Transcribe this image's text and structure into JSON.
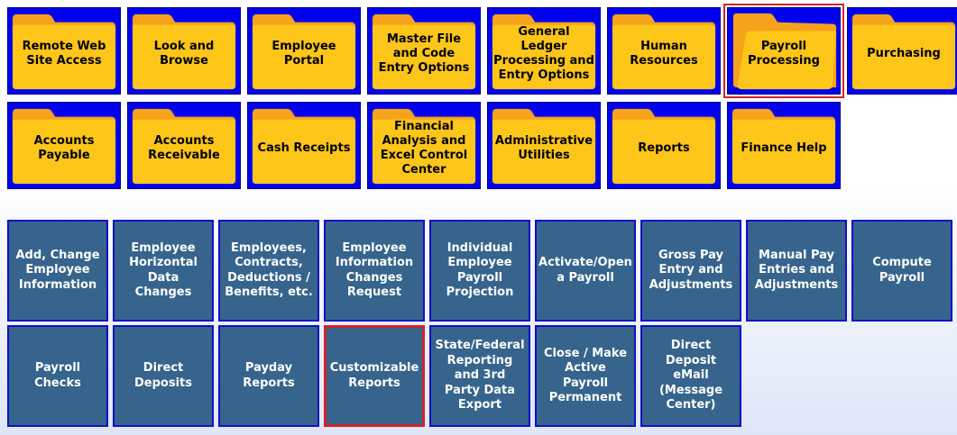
{
  "folders": [
    {
      "label": "Remote Web Site Access",
      "selected": false
    },
    {
      "label": "Look and Browse",
      "selected": false
    },
    {
      "label": "Employee Portal",
      "selected": false
    },
    {
      "label": "Master File and Code Entry Options",
      "selected": false
    },
    {
      "label": "General Ledger Processing and Entry Options",
      "selected": false
    },
    {
      "label": "Human Resources",
      "selected": false
    },
    {
      "label": "Payroll Processing",
      "selected": true
    },
    {
      "label": "Purchasing",
      "selected": false
    },
    {
      "label": "Accounts Payable",
      "selected": false
    },
    {
      "label": "Accounts Receivable",
      "selected": false
    },
    {
      "label": "Cash Receipts",
      "selected": false
    },
    {
      "label": "Financial Analysis and Excel Control Center",
      "selected": false
    },
    {
      "label": "Administrative Utilities",
      "selected": false
    },
    {
      "label": "Reports",
      "selected": false
    },
    {
      "label": "Finance Help",
      "selected": false
    }
  ],
  "functions": [
    {
      "label": "Add, Change Employee Information",
      "selected": false
    },
    {
      "label": "Employee Horizontal Data Changes",
      "selected": false
    },
    {
      "label": "Employees, Contracts, Deductions / Benefits, etc.",
      "selected": false
    },
    {
      "label": "Employee Information Changes Request",
      "selected": false
    },
    {
      "label": "Individual Employee Payroll Projection",
      "selected": false
    },
    {
      "label": "Activate/Open a Payroll",
      "selected": false
    },
    {
      "label": "Gross Pay Entry and Adjustments",
      "selected": false
    },
    {
      "label": "Manual Pay Entries and Adjustments",
      "selected": false
    },
    {
      "label": "Compute Payroll",
      "selected": false
    },
    {
      "label": "Payroll Checks",
      "selected": false
    },
    {
      "label": "Direct Deposits",
      "selected": false
    },
    {
      "label": "Payday Reports",
      "selected": false
    },
    {
      "label": "Customizable Reports",
      "selected": true
    },
    {
      "label": "State/Federal Reporting and 3rd Party Data Export",
      "selected": false
    },
    {
      "label": "Close / Make Active Payroll Permanent",
      "selected": false
    },
    {
      "label": "Direct Deposit eMail (Message Center)",
      "selected": false
    }
  ],
  "colors": {
    "folder_tile_bg": "#0000ee",
    "folder_fill": "#ffc61a",
    "folder_tab": "#f7a21b",
    "function_tile_bg": "#36648c",
    "function_tile_border": "#1010c8",
    "selection_outline": "#d2232a"
  }
}
